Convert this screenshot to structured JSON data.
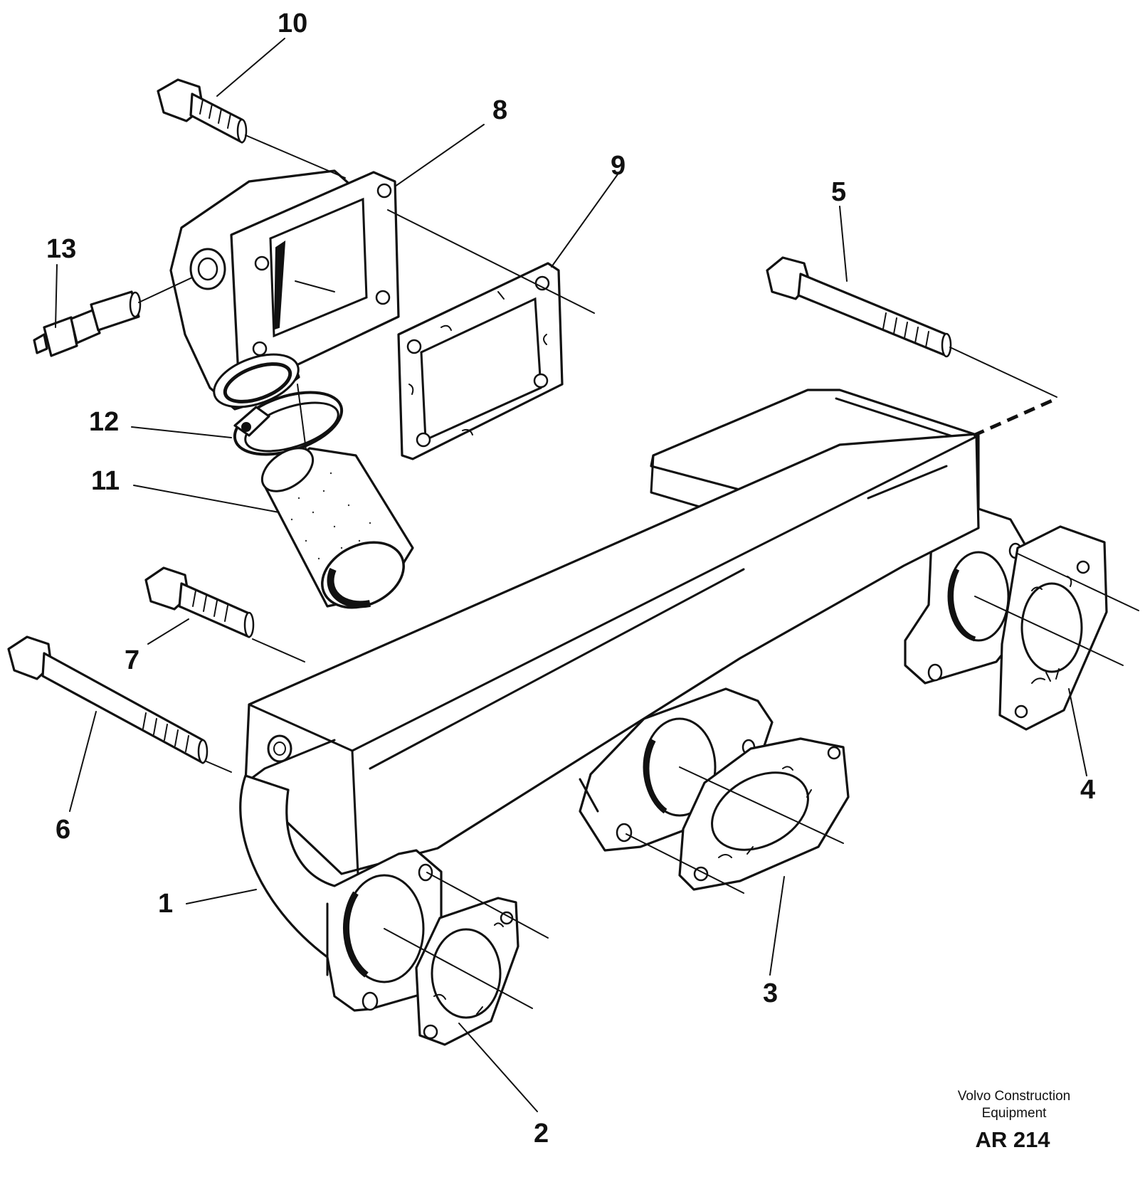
{
  "diagram": {
    "callouts": {
      "c1": "1",
      "c2": "2",
      "c3": "3",
      "c4": "4",
      "c5": "5",
      "c6": "6",
      "c7": "7",
      "c8": "8",
      "c9": "9",
      "c10": "10",
      "c11": "11",
      "c12": "12",
      "c13": "13"
    },
    "caption": {
      "line1": "Volvo Construction",
      "line2": "Equipment",
      "code": "AR 214"
    }
  }
}
